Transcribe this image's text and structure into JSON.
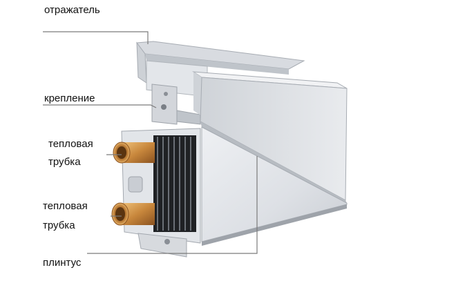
{
  "labels": {
    "reflector": "отражатель",
    "mount": "крепление",
    "pipe1_line1": "тепловая",
    "pipe1_line2": "трубка",
    "pipe2_line1": "тепловая",
    "pipe2_line2": "трубка",
    "baseboard": "плинтус"
  },
  "colors": {
    "metal_light": "#e6e8ec",
    "metal_mid": "#c9cdd3",
    "metal_dark": "#9ea3aa",
    "fins": "#2a2c30",
    "copper": "#c8873c",
    "leader": "#7a7a7a"
  }
}
